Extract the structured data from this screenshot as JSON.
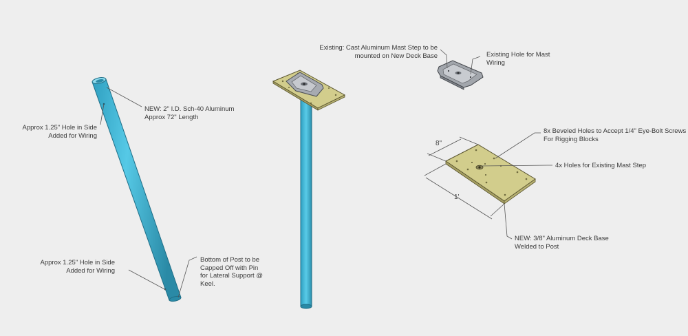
{
  "colors": {
    "background": "#eeeeee",
    "tube": "#3cb6d6",
    "tube_shadow": "#2a8aa6",
    "plate": "#d2cd8c",
    "plate_edge": "#5a5530",
    "metal": "#9ea2a8",
    "leader": "#555555",
    "text": "#3a3a3a"
  },
  "labels": {
    "new_tube": [
      "NEW: 2\" I.D. Sch-40 Aluminum",
      "Approx 72\" Length"
    ],
    "hole_top": [
      "Approx 1.25\" Hole in Side",
      "Added for Wiring"
    ],
    "hole_bottom": [
      "Approx 1.25\" Hole in Side",
      "Added for Wiring"
    ],
    "bottom_post": [
      "Bottom of Post to be",
      "Capped Off with Pin",
      "for Lateral Support @",
      "Keel."
    ],
    "existing_step": [
      "Existing: Cast Aluminum Mast Step to be",
      "mounted on New Deck Base"
    ],
    "existing_hole": [
      "Existing Hole for Mast",
      "Wiring"
    ],
    "beveled_holes": [
      "8x Beveled Holes to Accept 1/4\" Eye-Bolt Screws",
      "For Rigging Blocks"
    ],
    "mast_step_holes": [
      "4x Holes for Existing Mast Step"
    ],
    "deck_base": [
      "NEW: 3/8\" Aluminum Deck Base",
      "Welded to Post"
    ],
    "dim_width": "8\"",
    "dim_length": "1'"
  }
}
